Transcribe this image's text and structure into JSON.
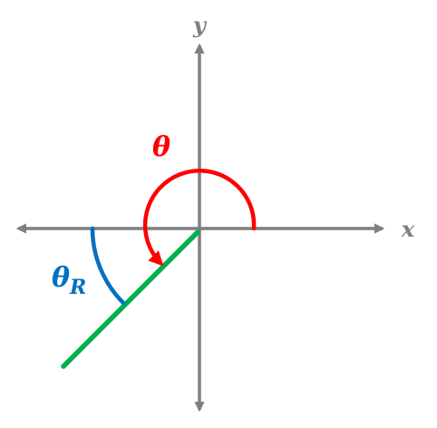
{
  "labels": {
    "x_axis": "x",
    "y_axis": "y",
    "theta": "θ",
    "theta_ref_main": "θ",
    "theta_ref_sub": "R"
  },
  "colors": {
    "axis": "#7f7f7f",
    "theta_arc": "#ff0000",
    "reference_arc": "#0070c0",
    "terminal_side": "#00b050",
    "theta_label": "#ff0000",
    "reference_label": "#0070c0",
    "axis_label": "#7f7f7f"
  }
}
